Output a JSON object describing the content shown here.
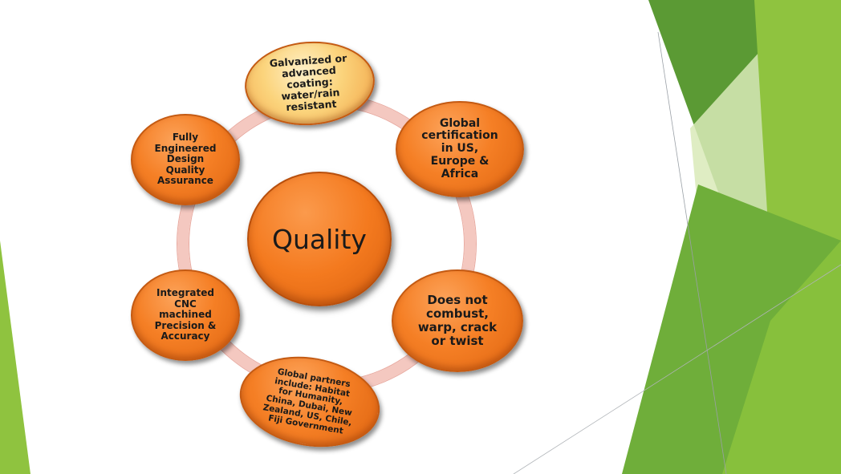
{
  "diagram": {
    "center_label": "Quality",
    "nodes": [
      {
        "label": "Galvanized or\nadvanced\ncoating:\nwater/rain\nresistant"
      },
      {
        "label": "Global\ncertification\nin US,\nEurope & \nAfrica"
      },
      {
        "label": "Does not\ncombust,\nwarp, crack\nor twist"
      },
      {
        "label": "Global partners\ninclude: Habitat\nfor Humanity,\nChina, Dubai, New\nZealand, US, Chile,\nFiji Government"
      },
      {
        "label": "Integrated\nCNC\nmachined\nPrecision &\nAccuracy"
      },
      {
        "label": "Fully\nEngineered\nDesign\nQuality\nAssurance"
      }
    ]
  },
  "theme": {
    "accent_dark_green": "#4e8f2a",
    "accent_mid_green": "#6aa83a",
    "accent_light_green": "#8fc33f",
    "accent_pale_green": "#c8e09a",
    "node_orange": "#f47a1f",
    "ring_pink": "#f4c8c0"
  }
}
